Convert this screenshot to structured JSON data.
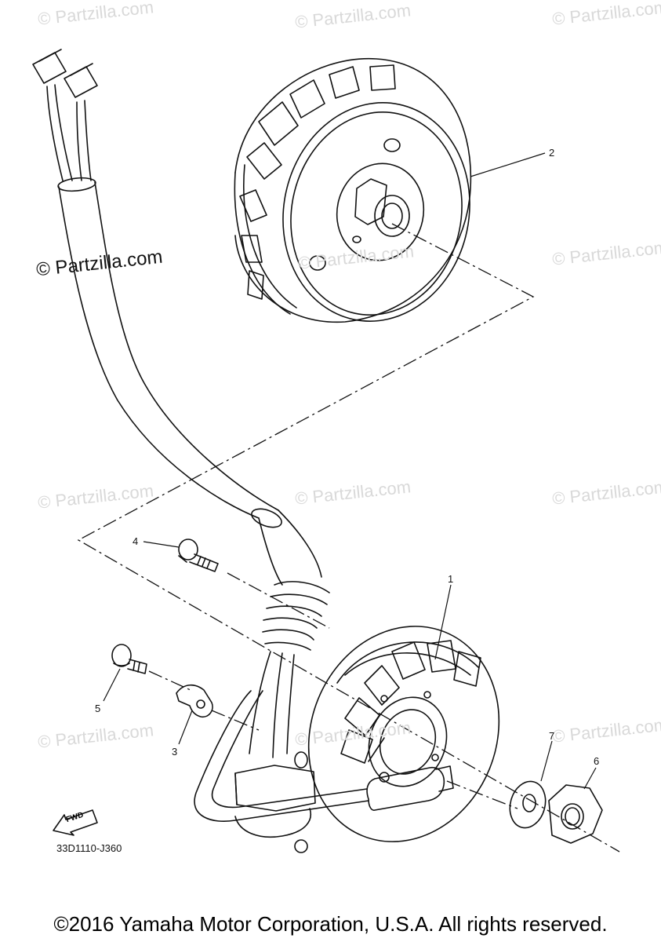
{
  "watermark": {
    "text": "© Partzilla.com",
    "main_text": "© Partzilla.com"
  },
  "callouts": {
    "c1": "1",
    "c2": "2",
    "c3": "3",
    "c4": "4",
    "c5": "5",
    "c6": "6",
    "c7": "7"
  },
  "fwd_label": "FWD",
  "drawing_code": "33D1110-J360",
  "copyright": "©2016 Yamaha Motor Corporation, U.S.A. All rights reserved."
}
